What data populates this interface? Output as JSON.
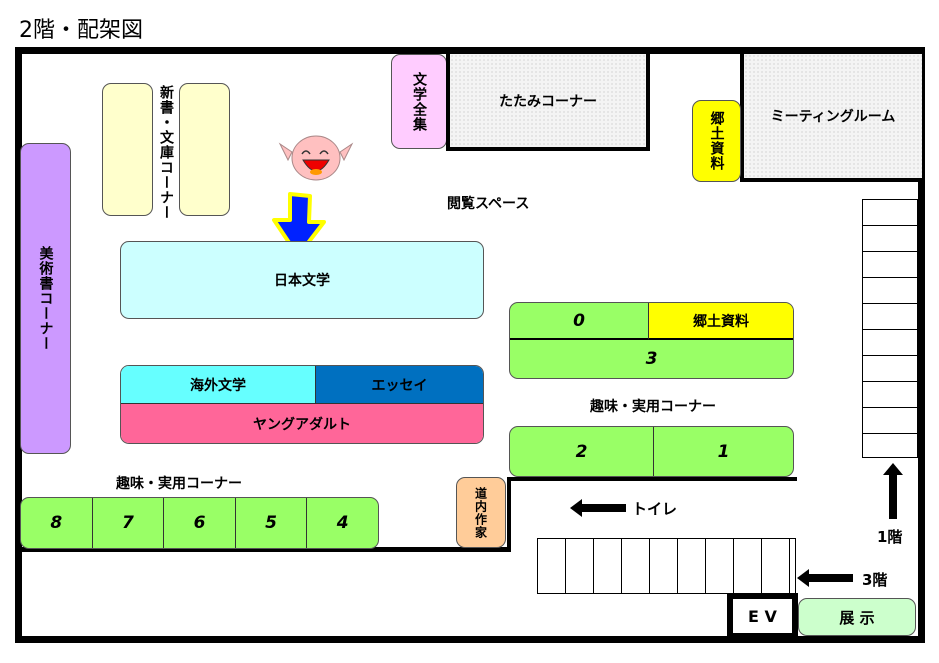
{
  "title": "2階・配架図",
  "areas": {
    "shinsho": "新書・文庫コーナー",
    "bijutsu": "美術書コーナー",
    "bungaku_zenshu": "文学全集",
    "tatami": "たたみコーナー",
    "kyodo_v": "郷土資料",
    "meeting": "ミーティングルーム",
    "reading": "閲覧スペース",
    "nihon": "日本文学",
    "kaigai": "海外文学",
    "essay": "エッセイ",
    "young": "ヤングアダルト",
    "shelf0": "0",
    "kyodo": "郷土資料",
    "shelf3": "3",
    "hobby": "趣味・実用コーナー",
    "shelf2": "2",
    "shelf1": "1",
    "hobby2": "趣味・実用コーナー",
    "shelves_left": [
      "8",
      "7",
      "6",
      "5",
      "4"
    ],
    "donai": "道内作家",
    "toilet": "トイレ",
    "floor1": "1階",
    "floor3": "3階",
    "ev": "E V",
    "tenji": "展 示"
  },
  "colors": {
    "pink": "#ffccff",
    "purple": "#cc99ff",
    "cream": "#ffffcc",
    "cyan": "#ccffff",
    "aqua": "#66ffff",
    "blue": "#0070c0",
    "rose": "#ff6699",
    "green": "#99ff66",
    "yellow": "#ffff00",
    "orange": "#ffcc99",
    "lightgreen": "#ccffcc"
  }
}
